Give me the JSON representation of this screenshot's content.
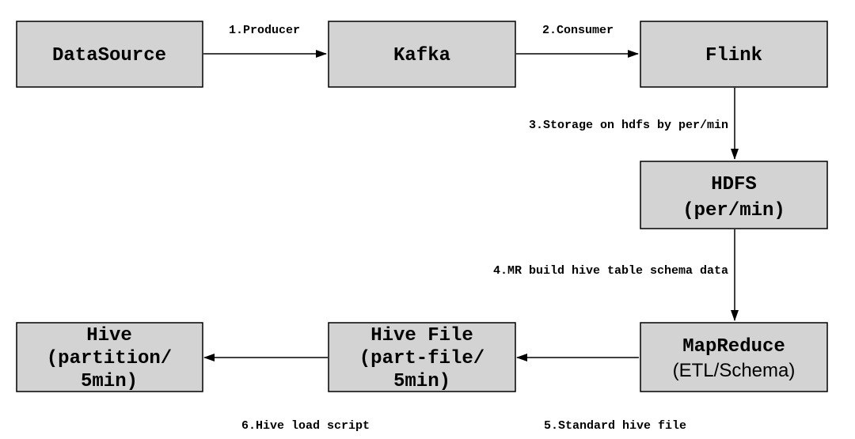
{
  "nodes": {
    "datasource": {
      "lines": [
        "DataSource"
      ]
    },
    "kafka": {
      "lines": [
        "Kafka"
      ]
    },
    "flink": {
      "lines": [
        "Flink"
      ]
    },
    "hdfs": {
      "lines": [
        "HDFS",
        "(per/min)"
      ]
    },
    "mapreduce": {
      "lines": [
        "MapReduce",
        "(ETL/Schema)"
      ]
    },
    "hivefile": {
      "lines": [
        "Hive File",
        "(part-file/",
        "5min)"
      ]
    },
    "hive": {
      "lines": [
        "Hive",
        "(partition/",
        "5min)"
      ]
    }
  },
  "edges": {
    "e1": {
      "label": "1.Producer"
    },
    "e2": {
      "label": "2.Consumer"
    },
    "e3": {
      "label": "3.Storage on hdfs by per/min"
    },
    "e4": {
      "label": "4.MR build hive table schema data"
    },
    "e5": {
      "label": "5.Standard hive file"
    },
    "e6": {
      "label": "6.Hive load script"
    }
  },
  "colors": {
    "box_fill": "#d3d3d3",
    "stroke": "#000000"
  }
}
